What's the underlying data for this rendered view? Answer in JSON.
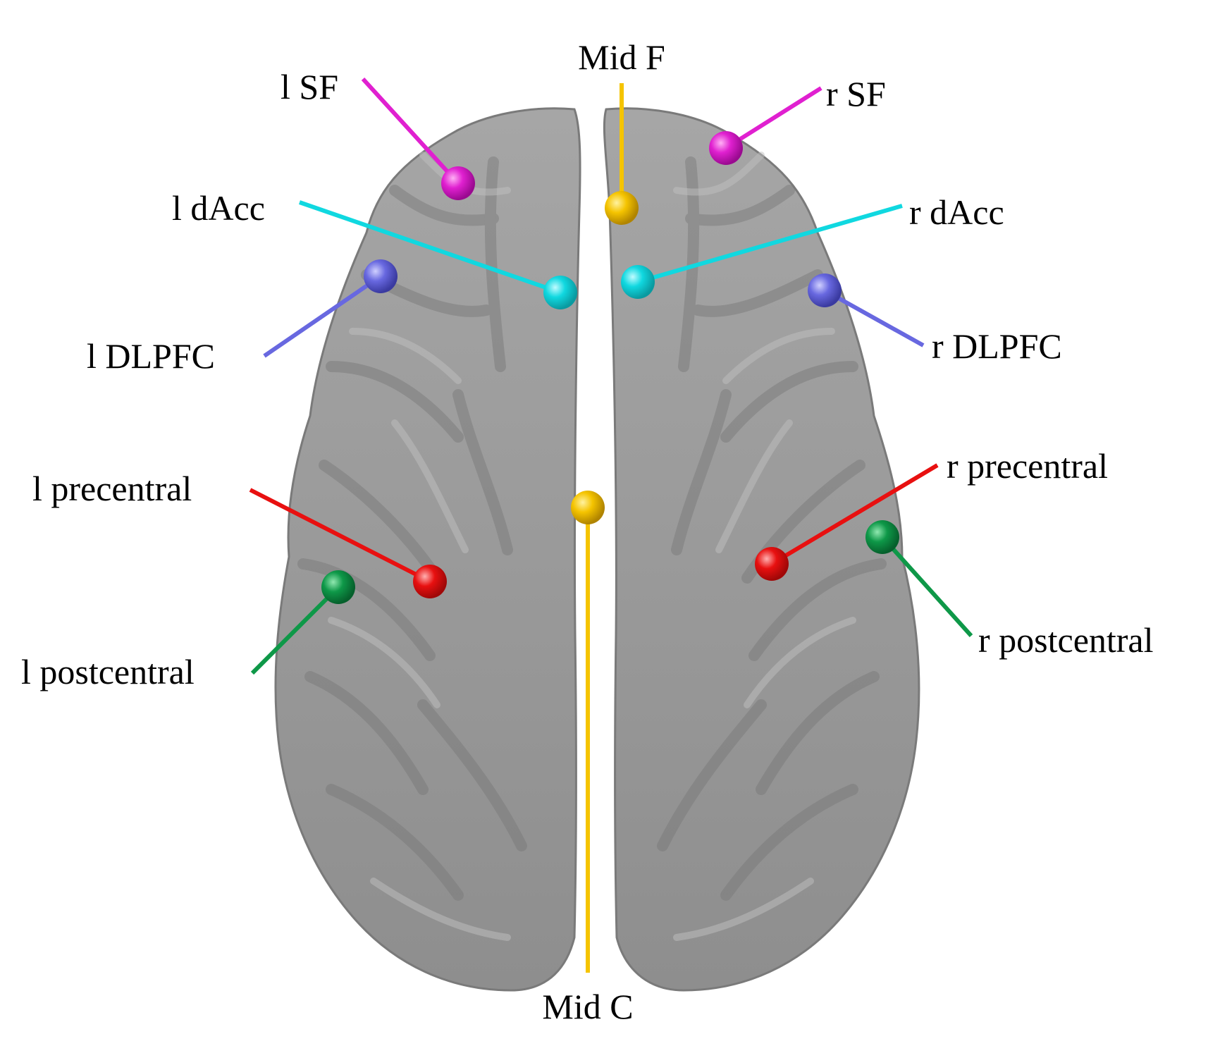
{
  "labels": {
    "mid_f": "Mid F",
    "mid_c": "Mid C",
    "l_sf": "l SF",
    "r_sf": "r SF",
    "l_dacc": "l dAcc",
    "r_dacc": "r dAcc",
    "l_dlpfc": "l DLPFC",
    "r_dlpfc": "r DLPFC",
    "l_precentral": "l precentral",
    "r_precentral": "r precentral",
    "l_postcentral": "l postcentral",
    "r_postcentral": "r postcentral"
  },
  "colors": {
    "midline": "#f5c400",
    "superior_frontal": "#e020d0",
    "dorsal_acc": "#10d8e0",
    "dlpfc": "#6868e0",
    "precentral": "#e81010",
    "postcentral": "#0e9848",
    "brain_fill": "#9a9a9a"
  }
}
